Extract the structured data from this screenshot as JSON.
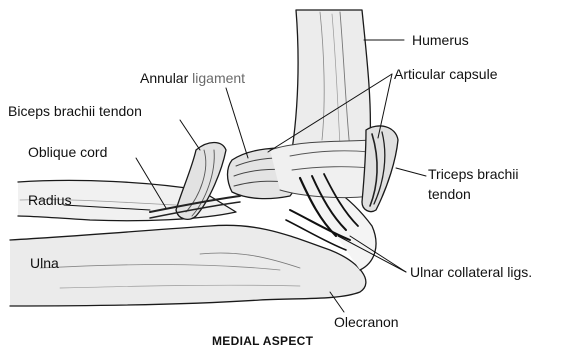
{
  "labels": {
    "humerus": "Humerus",
    "articular_capsule": "Articular capsule",
    "annular_1": "Annular",
    "annular_2": "ligament",
    "biceps": "Biceps brachii tendon",
    "oblique": "Oblique cord",
    "radius": "Radius",
    "ulna": "Ulna",
    "triceps_1": "Triceps brachii",
    "triceps_2": "tendon",
    "ulnar_collateral": "Ulnar collateral ligs.",
    "olecranon": "Olecranon"
  },
  "caption": "MEDIAL ASPECT",
  "colors": {
    "line": "#1a1a1a",
    "bone_fill": "#e9e9e9",
    "bone_light": "#f4f4f4"
  }
}
